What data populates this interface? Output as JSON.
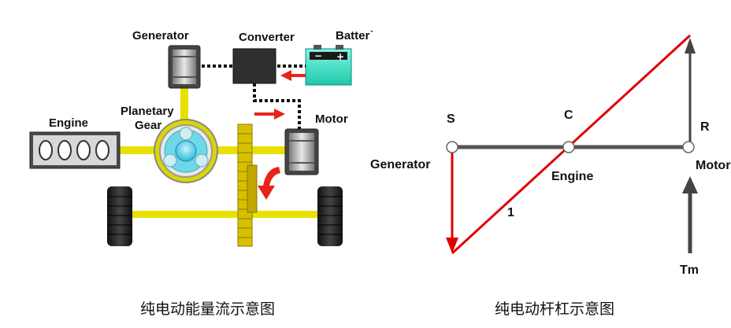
{
  "left_diagram": {
    "labels": {
      "generator": "Generator",
      "converter": "Converter",
      "battery": "Batter˙",
      "engine": "Engine",
      "planetary_line1": "Planetary",
      "planetary_line2": "Gear",
      "motor": "Motor"
    },
    "caption": "纯电动能量流示意图",
    "colors": {
      "shaft": "#e8e000",
      "flow_arrow": "#e8231c",
      "converter_box": "#2f2f2f",
      "battery": "#35e5c8",
      "gear": "#d8c000",
      "planetary": "#6fd8e8"
    }
  },
  "right_diagram": {
    "labels": {
      "s": "S",
      "c": "C",
      "r": "R",
      "generator": "Generator",
      "engine": "Engine",
      "motor": "Motor",
      "line_number": "1",
      "tm": "Tm"
    },
    "caption": "纯电动杆杠示意图",
    "colors": {
      "lever": "#555555",
      "red_line": "#e00000",
      "arrow": "#444444"
    }
  }
}
